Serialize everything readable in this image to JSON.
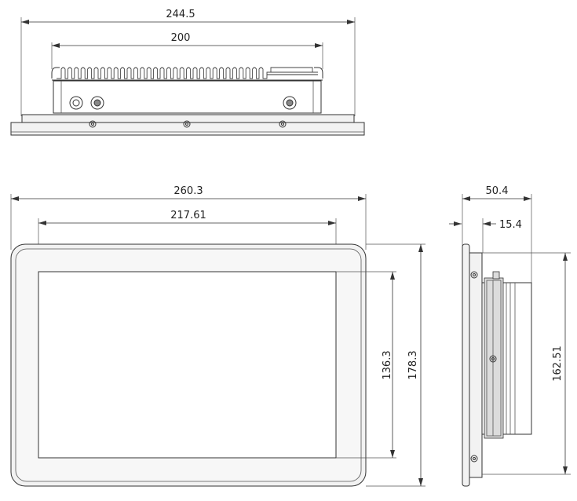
{
  "dimensions": {
    "top_overall_width": "244.5",
    "top_body_width": "200",
    "front_overall_width": "260.3",
    "front_screen_width": "217.61",
    "front_screen_height": "136.3",
    "front_overall_height": "178.3",
    "side_overall_depth": "50.4",
    "side_panel_depth": "15.4",
    "side_body_height": "162.51"
  },
  "colors": {
    "line": "#333333",
    "panel_fill": "#f2f2f2",
    "shade_fill": "#dcdcdc",
    "background": "#ffffff"
  }
}
